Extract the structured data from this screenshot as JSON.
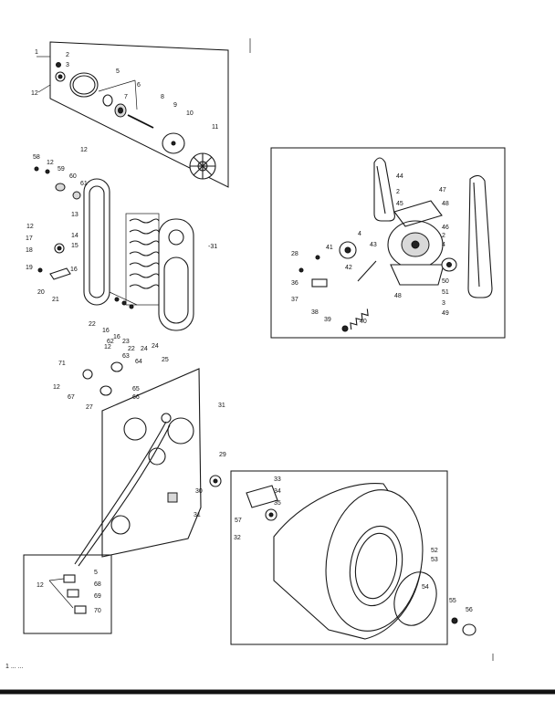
{
  "diagram": {
    "callouts": {
      "top_group": [
        "1",
        "2",
        "3",
        "5",
        "6",
        "7",
        "8",
        "9",
        "10",
        "11",
        "12"
      ],
      "belt_group": [
        "12",
        "58",
        "59",
        "60",
        "61",
        "13",
        "14",
        "15",
        "16",
        "17",
        "18",
        "19",
        "20",
        "21"
      ],
      "drive_group": [
        "44",
        "2",
        "45",
        "48",
        "47",
        "46",
        "41",
        "43",
        "42",
        "28",
        "4",
        "36",
        "37",
        "38",
        "39",
        "40",
        "49",
        "50",
        "51"
      ],
      "blower_group": [
        "-31"
      ],
      "middle_group": [
        "22",
        "16",
        "62",
        "12",
        "23",
        "63",
        "64",
        "24",
        "25",
        "71",
        "12",
        "65",
        "66",
        "67",
        "27",
        "31"
      ],
      "drum_group": [
        "29",
        "33",
        "34",
        "35",
        "30",
        "57",
        "31",
        "32",
        "52",
        "53",
        "54",
        "55",
        "56"
      ],
      "inset_group": [
        "12",
        "5",
        "68",
        "69",
        "70"
      ]
    },
    "footer_text": "1   ...    ..."
  }
}
